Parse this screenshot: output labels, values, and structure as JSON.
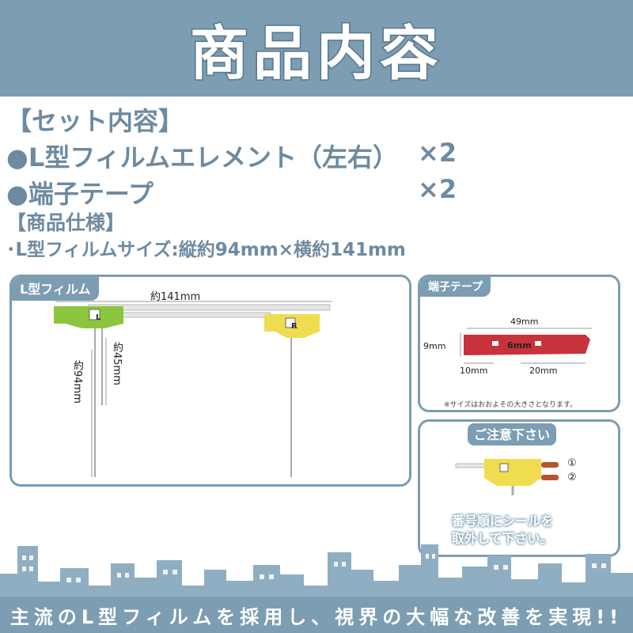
{
  "header": {
    "title": "商品内容"
  },
  "specs": {
    "set_heading": "【セット内容】",
    "item1_name": "●L型フィルムエレメント（左右）",
    "item1_qty": "×2",
    "item2_name": "●端子テープ",
    "item2_qty": "×2",
    "spec_heading": "【商品仕様】",
    "size_line": "･L型フィルムサイズ:縦約94mm×横約141mm"
  },
  "film_panel": {
    "label": "L型フィルム",
    "width_dim": "約141mm",
    "height_total_dim": "約94mm",
    "height_short_dim": "約45mm",
    "left_mark": "L",
    "right_mark": "R",
    "left_color": "#8cc63f",
    "right_color": "#f0dc50"
  },
  "tape_panel": {
    "label": "端子テープ",
    "length_dim": "49mm",
    "height_dim": "9mm",
    "gap_dim": "6mm",
    "left_dim": "10mm",
    "right_dim": "20mm",
    "note": "※サイズはおおよその大きさとなります。",
    "tape_color": "#c8323a"
  },
  "caution_panel": {
    "label": "ご注意下さい",
    "num1": "①",
    "num2": "②",
    "instruction_line1": "番号順にシールを",
    "instruction_line2": "取外して下さい。"
  },
  "footer": {
    "slogan": "主流のL型フィルムを採用し、視界の大幅な改善を実現!!"
  },
  "colors": {
    "accent": "#7c9db2",
    "text": "#6d8aa0"
  }
}
